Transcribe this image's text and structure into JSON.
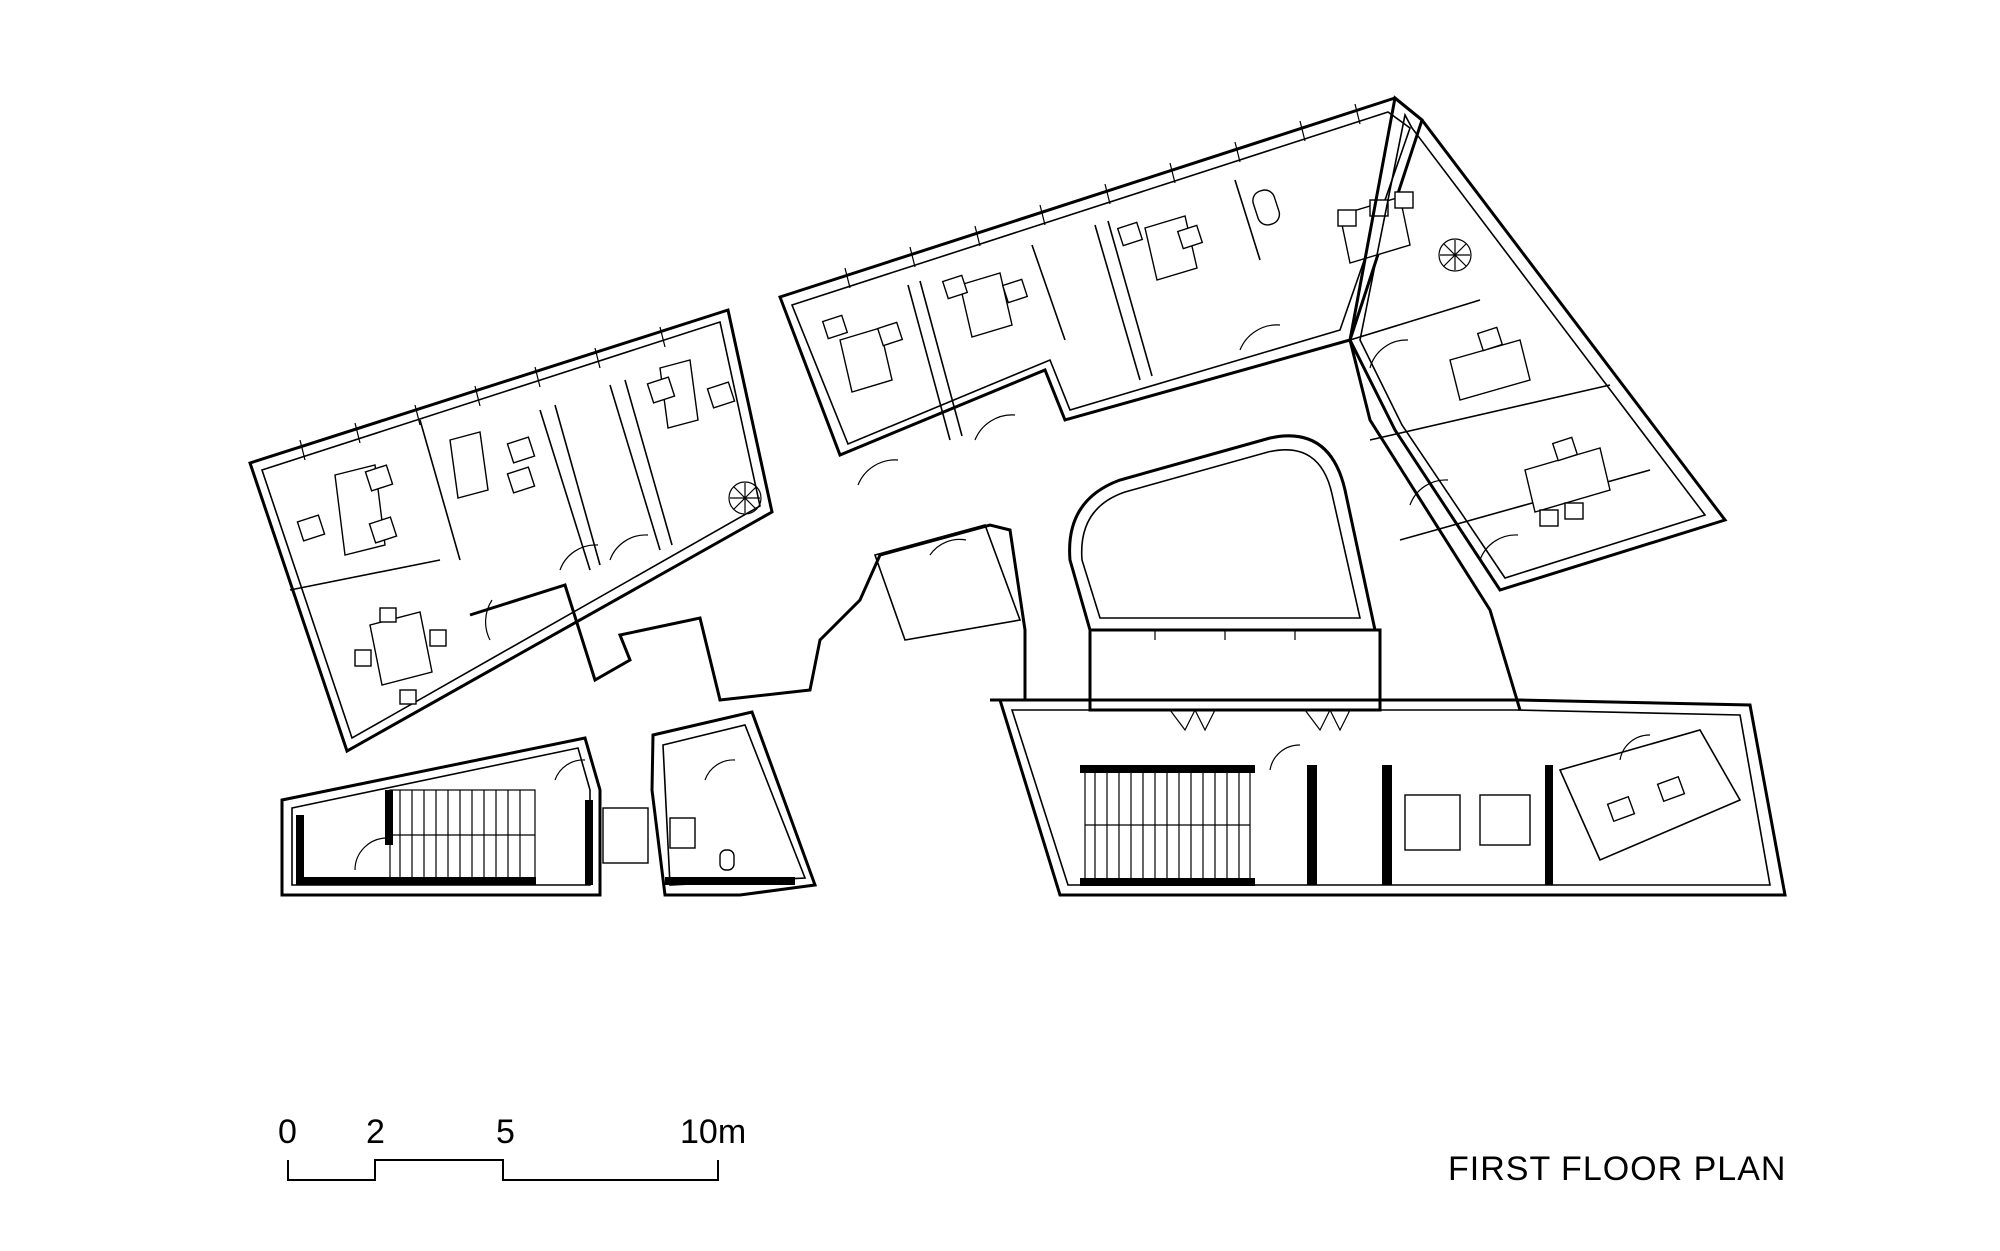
{
  "title": "FIRST FLOOR PLAN",
  "scale_bar": {
    "labels": [
      "0",
      "2",
      "5",
      "10m"
    ]
  }
}
